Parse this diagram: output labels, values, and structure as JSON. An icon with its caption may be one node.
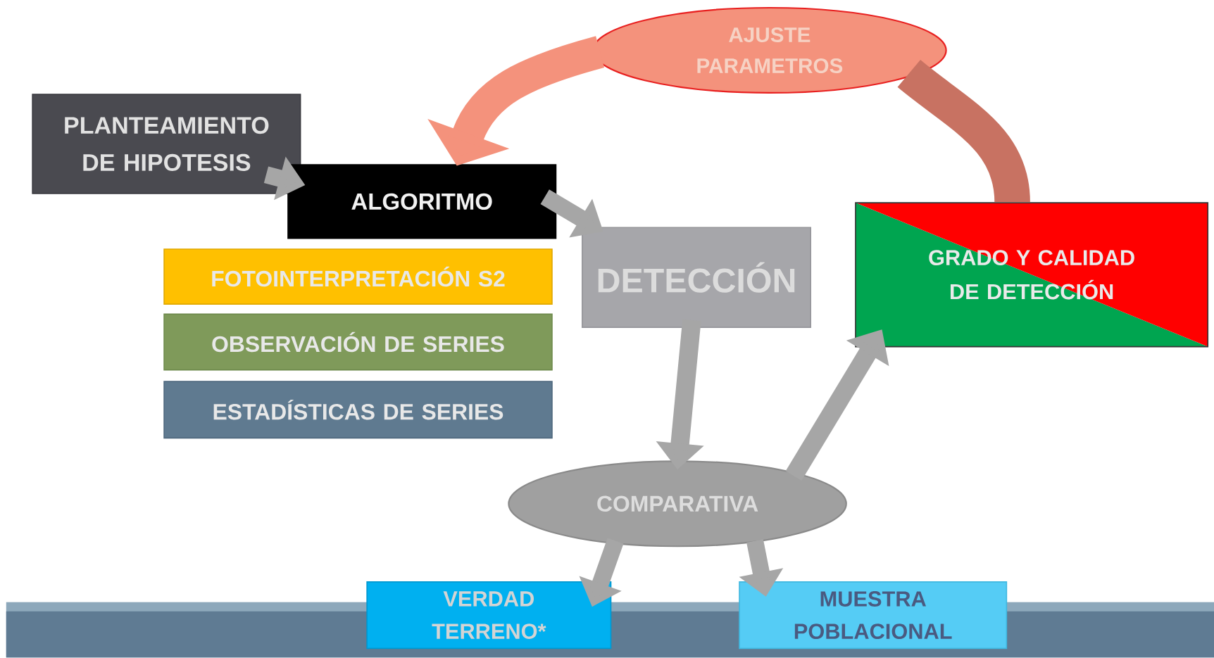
{
  "diagram": {
    "nodes": [
      {
        "text": [
          "PLANTEAMIENTO DE HIPOTESIS"
        ]
      },
      {
        "text": [
          "ALGORITMO"
        ]
      },
      {
        "text": [
          "FOTOINTERPRETACIÓN S2"
        ]
      },
      {
        "text": [
          "OBSERVACIÓN DE SERIES"
        ]
      },
      {
        "text": [
          "ESTADÍSTICAS DE SERIES"
        ]
      },
      {
        "text": [
          "DETECCIÓN"
        ]
      },
      {
        "text": [
          "GRADO Y CALIDAD DE DETECCIÓN"
        ]
      },
      {
        "text": [
          "AJUSTE PARAMETROS"
        ]
      },
      {
        "text": [
          "COMPARATIVA"
        ]
      },
      {
        "text": [
          "VERDAD TERRENO*"
        ]
      },
      {
        "text": [
          "MUESTRA POBLACIONAL"
        ]
      }
    ],
    "edges": [
      {
        "from": 0,
        "to": 1,
        "arrow": "to"
      },
      {
        "from": 1,
        "to": 5,
        "arrow": "to"
      },
      {
        "from": 5,
        "to": 8,
        "arrow": "to"
      },
      {
        "from": 8,
        "to": 6,
        "arrow": "to"
      },
      {
        "from": 8,
        "to": 9,
        "arrow": "to"
      },
      {
        "from": 8,
        "to": 10,
        "arrow": "to"
      },
      {
        "from": 6,
        "to": 7,
        "arrow": "none",
        "style": "thick",
        "color": "#c87262"
      },
      {
        "from": 7,
        "to": 1,
        "arrow": "to",
        "style": "thick",
        "color": "#f4927c"
      }
    ]
  }
}
